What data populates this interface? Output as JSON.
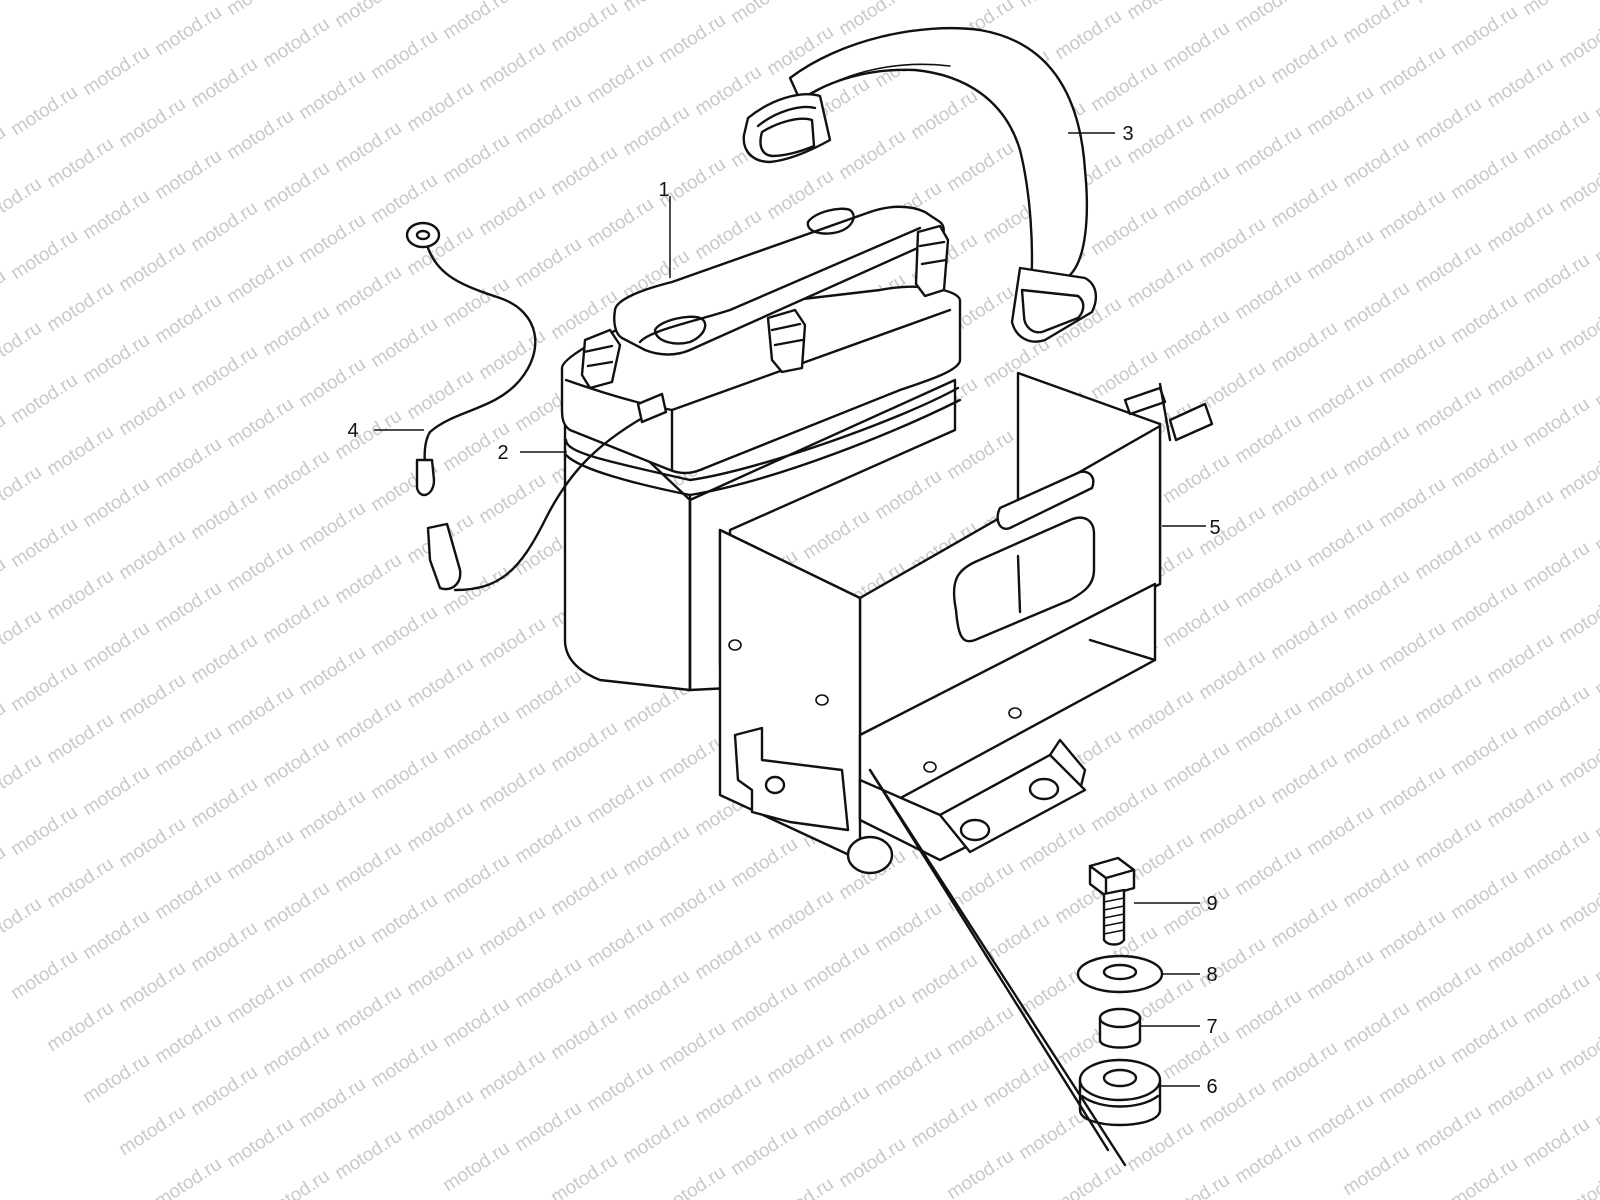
{
  "watermark": {
    "text": "motod.ru"
  },
  "callouts": {
    "c1": "1",
    "c2": "2",
    "c3": "3",
    "c4": "4",
    "c5": "5",
    "c6": "6",
    "c7": "7",
    "c8": "8",
    "c9": "9"
  }
}
